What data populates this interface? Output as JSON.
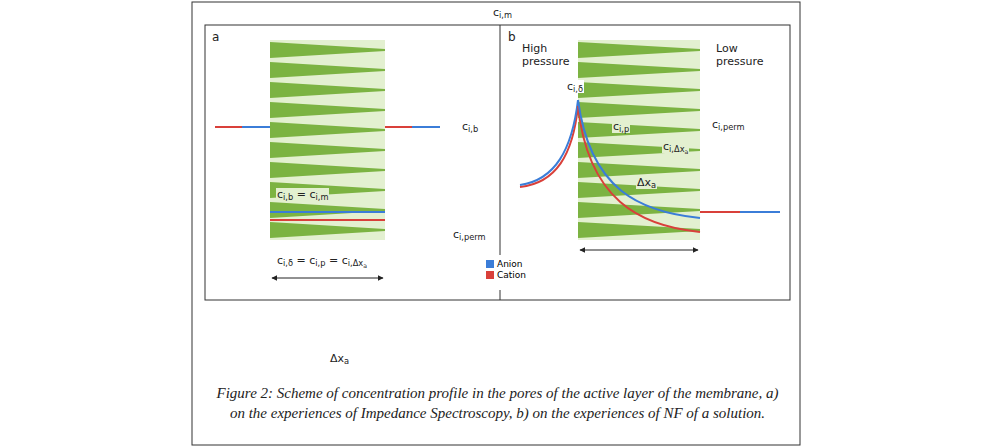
{
  "diagram": {
    "caption": "Figure 2: Scheme of concentration profile in the pores of the active layer of the membrane, a) on the experiences of Impedance Spectroscopy, b) on the experiences of NF of a solution.",
    "labels": [
      "ci,m",
      "a",
      "b",
      "ci,b",
      "ci,perm",
      "ci,b = ci,m",
      "ci,δ = ci,p = ci,Δxa",
      "High pressure",
      "Low pressure",
      "ci,δ",
      "ci,p",
      "ci,Δxa",
      "ci,perm",
      "Δxa",
      "Δxa"
    ],
    "legend": [
      {
        "text": "Anion",
        "color": "#3b7dd8"
      },
      {
        "text": "Cation",
        "color": "#d9403a"
      }
    ]
  }
}
